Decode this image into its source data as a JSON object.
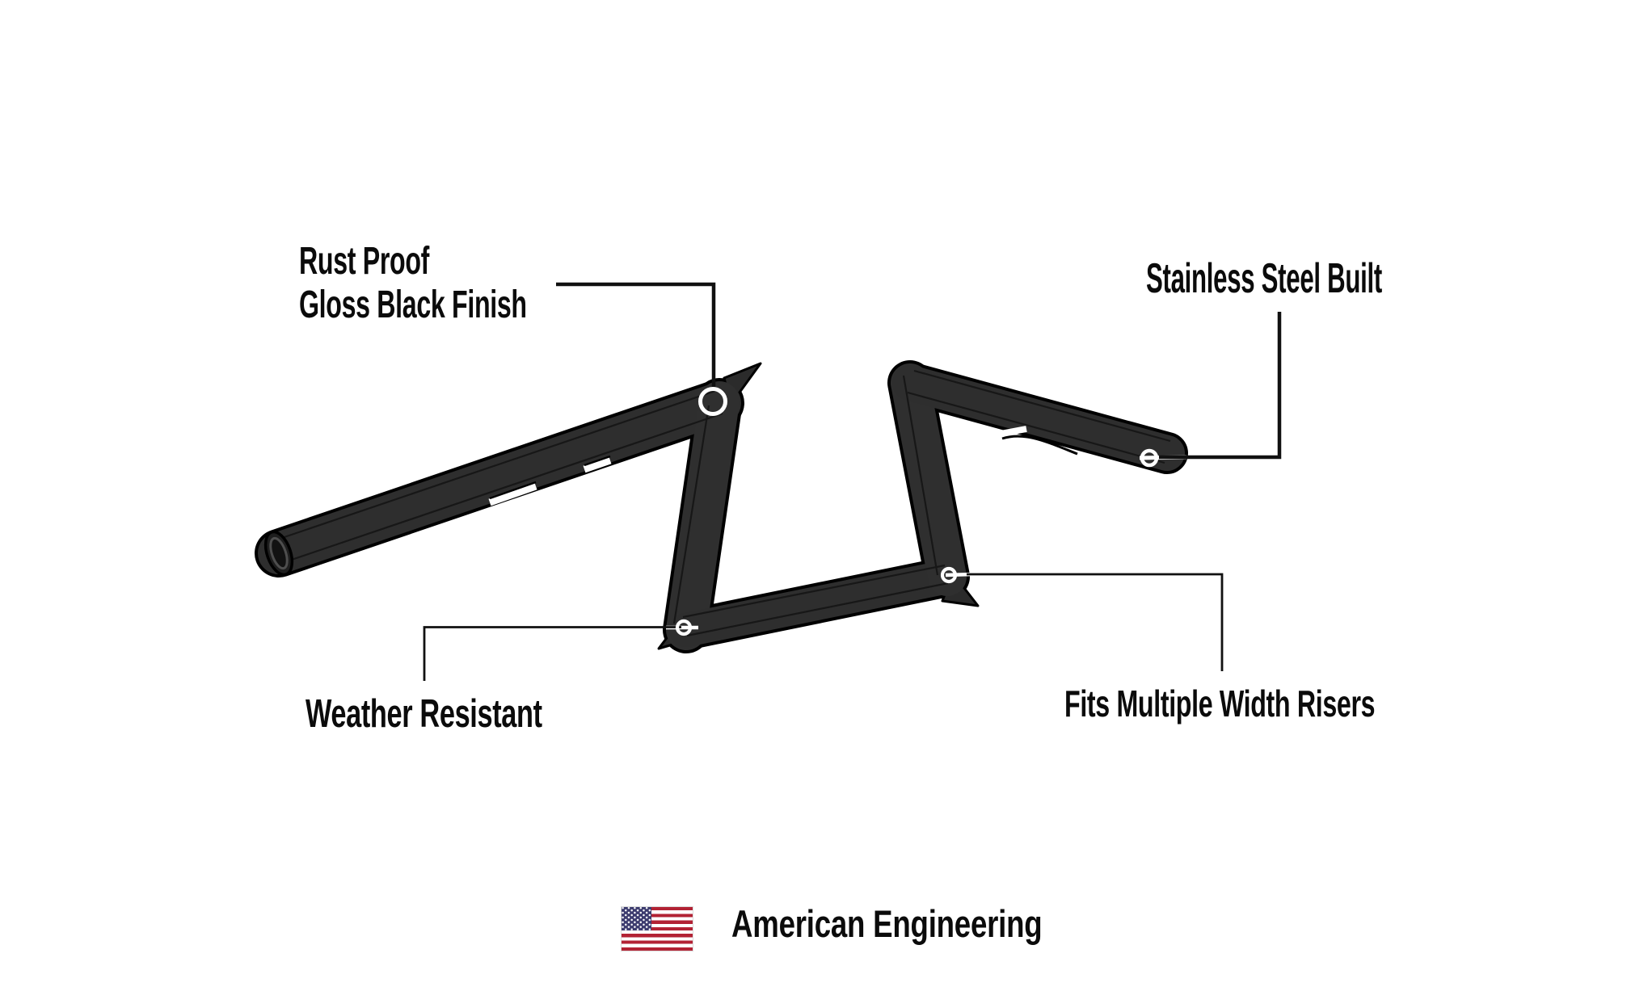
{
  "diagram": {
    "title": "Motorcycle Z-bar handlebar feature diagram",
    "illustration": "z-bar-handlebar"
  },
  "callouts": {
    "top_left": {
      "line1": "Rust Proof",
      "line2": "Gloss Black Finish"
    },
    "top_right": {
      "label": "Stainless Steel Built"
    },
    "bottom_left": {
      "label": "Weather Resistant"
    },
    "bottom_right": {
      "label": "Fits Multiple Width Risers"
    }
  },
  "footer": {
    "label": "American Engineering",
    "flag_icon": "us-flag-icon"
  },
  "colors": {
    "background": "#ffffff",
    "bar_fill": "#2e2e2e",
    "bar_outline": "#000000",
    "crease": "#161616",
    "text": "#0b0b0b",
    "callout_line": "#111111",
    "marker_ring": "#ffffff",
    "flag_red": "#B22234",
    "flag_blue": "#3C3B6E",
    "flag_white": "#ffffff"
  }
}
